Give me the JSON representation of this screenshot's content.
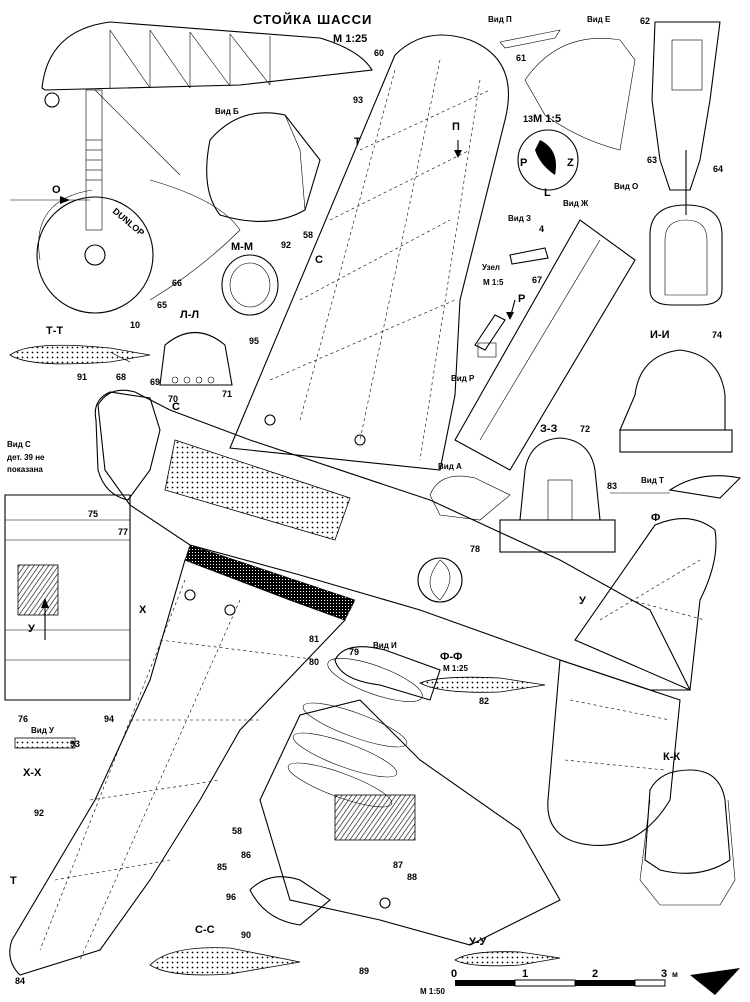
{
  "title": {
    "main": "СТОЙКА ШАССИ",
    "scale": "М 1:25"
  },
  "views": {
    "vid_p": "Вид П",
    "vid_e": "Вид Е",
    "vid_b": "Вид Б",
    "vid_zh": "Вид Ж",
    "vid_z": "Вид З",
    "vid_o": "Вид О",
    "vid_r": "Вид Р",
    "vid_a": "Вид А",
    "vid_t": "Вид Т",
    "vid_i": "Вид И",
    "vid_u": "Вид У",
    "vid_c": "Вид С",
    "vid_c_note1": "дет. 39 не",
    "vid_c_note2": "показана"
  },
  "sections": {
    "mm": "М-М",
    "ll": "Л-Л",
    "tt": "Т-Т",
    "zz": "З-З",
    "ii": "И-И",
    "ff": "Ф-Ф",
    "ff_scale": "М 1:25",
    "kk": "К-К",
    "xx": "Х-Х",
    "ss": "С-С",
    "uu": "У-У"
  },
  "node": {
    "label": "Узел",
    "scale": "М 1:5"
  },
  "emblem": {
    "scale": "М 1:5",
    "letters": [
      "P",
      "Z",
      "L"
    ]
  },
  "tire_text": "DUNLOP",
  "letters": {
    "O": "О",
    "P_arrow": "П",
    "T1": "Т",
    "T2": "Т",
    "C1": "С",
    "C2": "С",
    "R": "Р",
    "F": "Ф",
    "U": "У",
    "X": "Х",
    "Y": "У"
  },
  "part_numbers": {
    "n4": "4",
    "n10": "10",
    "n13": "13",
    "n58a": "58",
    "n58b": "58",
    "n60": "60",
    "n61": "61",
    "n62": "62",
    "n63": "63",
    "n64": "64",
    "n65": "65",
    "n66": "66",
    "n67": "67",
    "n68": "68",
    "n69": "69",
    "n70": "70",
    "n71": "71",
    "n72": "72",
    "n74": "74",
    "n75": "75",
    "n76": "76",
    "n77": "77",
    "n78": "78",
    "n79": "79",
    "n80": "80",
    "n81": "81",
    "n82": "82",
    "n83": "83",
    "n84": "84",
    "n85": "85",
    "n86": "86",
    "n87": "87",
    "n88": "88",
    "n89": "89",
    "n90": "90",
    "n91": "91",
    "n92a": "92",
    "n92b": "92",
    "n93a": "93",
    "n93b": "93",
    "n94": "94",
    "n95": "95",
    "n96": "96"
  },
  "scale_bar": {
    "label": "М 1:50",
    "ticks": [
      "0",
      "1",
      "2",
      "3"
    ],
    "unit": "м"
  }
}
